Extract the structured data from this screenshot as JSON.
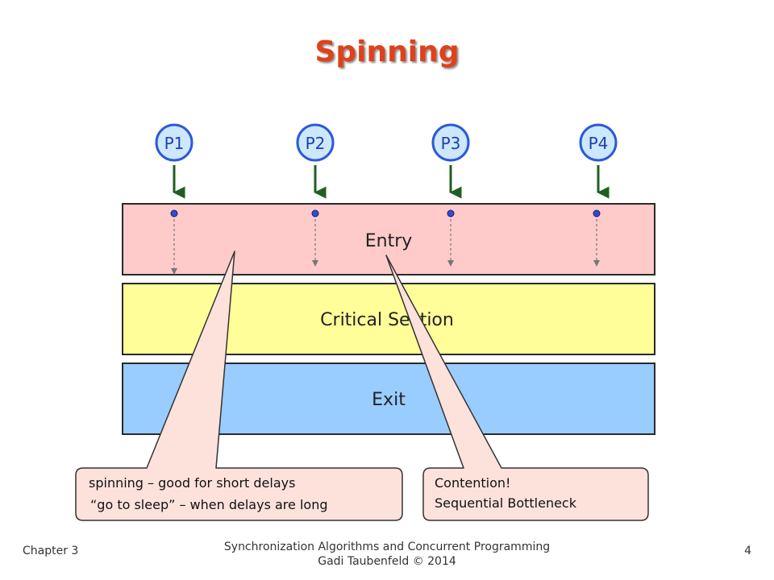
{
  "title": "Spinning",
  "processes": [
    "P1",
    "P2",
    "P3",
    "P4"
  ],
  "sections": {
    "entry": "Entry",
    "critical": "Critical Section",
    "exit": "Exit"
  },
  "callouts": {
    "spinning": [
      "spinning – good for short delays",
      "“go to sleep” – when delays are long"
    ],
    "contention": [
      "Contention!",
      "Sequential Bottleneck"
    ]
  },
  "footer": {
    "chapter": "Chapter 3",
    "course_line1": "Synchronization Algorithms and Concurrent Programming",
    "course_line2": "Gadi Taubenfeld © 2014",
    "page": "4"
  },
  "colors": {
    "entry_fill": "#fecaca",
    "critical_fill": "#fffe99",
    "exit_fill": "#99ccff",
    "process_fill": "#cde7ff",
    "process_stroke": "#2b59d9",
    "process_text": "#1f3fae",
    "arrow": "#1f5f1f",
    "callout_fill": "#fde2dc",
    "title": "#e0401a"
  }
}
